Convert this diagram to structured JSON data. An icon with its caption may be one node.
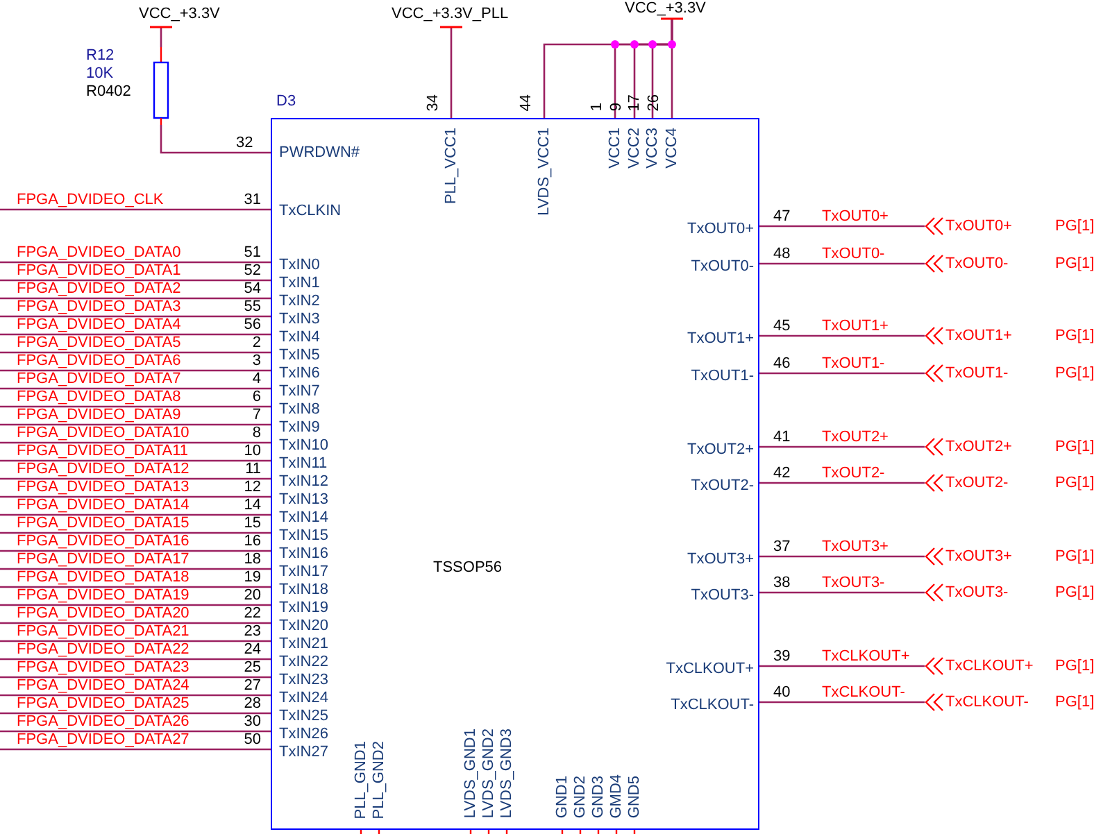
{
  "diagram": {
    "nodes": [
      {
        "text": [
          "D3",
          "TSSOP56"
        ]
      },
      {
        "text": [
          "R12",
          "10K",
          "R0402"
        ]
      },
      {
        "text": [
          "VCC_+3.3V"
        ]
      },
      {
        "text": [
          "VCC_+3.3V_PLL"
        ]
      },
      {
        "text": [
          "VCC_+3.3V"
        ]
      },
      {
        "text": [
          "FPGA_DVIDEO_CLK"
        ]
      },
      {
        "text": [
          "FPGA_DVIDEO_DATA0"
        ]
      },
      {
        "text": [
          "FPGA_DVIDEO_DATA1"
        ]
      },
      {
        "text": [
          "FPGA_DVIDEO_DATA2"
        ]
      },
      {
        "text": [
          "FPGA_DVIDEO_DATA3"
        ]
      },
      {
        "text": [
          "FPGA_DVIDEO_DATA4"
        ]
      },
      {
        "text": [
          "FPGA_DVIDEO_DATA5"
        ]
      },
      {
        "text": [
          "FPGA_DVIDEO_DATA6"
        ]
      },
      {
        "text": [
          "FPGA_DVIDEO_DATA7"
        ]
      },
      {
        "text": [
          "FPGA_DVIDEO_DATA8"
        ]
      },
      {
        "text": [
          "FPGA_DVIDEO_DATA9"
        ]
      },
      {
        "text": [
          "FPGA_DVIDEO_DATA10"
        ]
      },
      {
        "text": [
          "FPGA_DVIDEO_DATA11"
        ]
      },
      {
        "text": [
          "FPGA_DVIDEO_DATA12"
        ]
      },
      {
        "text": [
          "FPGA_DVIDEO_DATA13"
        ]
      },
      {
        "text": [
          "FPGA_DVIDEO_DATA14"
        ]
      },
      {
        "text": [
          "FPGA_DVIDEO_DATA15"
        ]
      },
      {
        "text": [
          "FPGA_DVIDEO_DATA16"
        ]
      },
      {
        "text": [
          "FPGA_DVIDEO_DATA17"
        ]
      },
      {
        "text": [
          "FPGA_DVIDEO_DATA18"
        ]
      },
      {
        "text": [
          "FPGA_DVIDEO_DATA19"
        ]
      },
      {
        "text": [
          "FPGA_DVIDEO_DATA20"
        ]
      },
      {
        "text": [
          "FPGA_DVIDEO_DATA21"
        ]
      },
      {
        "text": [
          "FPGA_DVIDEO_DATA22"
        ]
      },
      {
        "text": [
          "FPGA_DVIDEO_DATA23"
        ]
      },
      {
        "text": [
          "FPGA_DVIDEO_DATA24"
        ]
      },
      {
        "text": [
          "FPGA_DVIDEO_DATA25"
        ]
      },
      {
        "text": [
          "FPGA_DVIDEO_DATA26"
        ]
      },
      {
        "text": [
          "FPGA_DVIDEO_DATA27"
        ]
      },
      {
        "text": [
          "TxOUT0+"
        ],
        "beside": [
          "PG[1]"
        ]
      },
      {
        "text": [
          "TxOUT0-"
        ],
        "beside": [
          "PG[1]"
        ]
      },
      {
        "text": [
          "TxOUT1+"
        ],
        "beside": [
          "PG[1]"
        ]
      },
      {
        "text": [
          "TxOUT1-"
        ],
        "beside": [
          "PG[1]"
        ]
      },
      {
        "text": [
          "TxOUT2+"
        ],
        "beside": [
          "PG[1]"
        ]
      },
      {
        "text": [
          "TxOUT2-"
        ],
        "beside": [
          "PG[1]"
        ]
      },
      {
        "text": [
          "TxOUT3+"
        ],
        "beside": [
          "PG[1]"
        ]
      },
      {
        "text": [
          "TxOUT3-"
        ],
        "beside": [
          "PG[1]"
        ]
      },
      {
        "text": [
          "TxCLKOUT+"
        ],
        "beside": [
          "PG[1]"
        ]
      },
      {
        "text": [
          "TxCLKOUT-"
        ],
        "beside": [
          "PG[1]"
        ]
      }
    ],
    "edges": [
      {
        "from": 2,
        "to": 1,
        "arrow": "none"
      },
      {
        "from": 1,
        "to": 0,
        "arrow": "none",
        "label": "32"
      },
      {
        "from": 3,
        "to": 0,
        "arrow": "none",
        "label": "34"
      },
      {
        "from": 4,
        "to": 0,
        "arrow": "none",
        "label": "44"
      },
      {
        "from": 4,
        "to": 0,
        "arrow": "none",
        "label": "1"
      },
      {
        "from": 4,
        "to": 0,
        "arrow": "none",
        "label": "9"
      },
      {
        "from": 4,
        "to": 0,
        "arrow": "none",
        "label": "17"
      },
      {
        "from": 4,
        "to": 0,
        "arrow": "none",
        "label": "26"
      },
      {
        "from": 5,
        "to": 0,
        "arrow": "none",
        "label": "31"
      },
      {
        "from": 6,
        "to": 0,
        "arrow": "none",
        "label": "51"
      },
      {
        "from": 7,
        "to": 0,
        "arrow": "none",
        "label": "52"
      },
      {
        "from": 8,
        "to": 0,
        "arrow": "none",
        "label": "54"
      },
      {
        "from": 9,
        "to": 0,
        "arrow": "none",
        "label": "55"
      },
      {
        "from": 10,
        "to": 0,
        "arrow": "none",
        "label": "56"
      },
      {
        "from": 11,
        "to": 0,
        "arrow": "none",
        "label": "2"
      },
      {
        "from": 12,
        "to": 0,
        "arrow": "none",
        "label": "3"
      },
      {
        "from": 13,
        "to": 0,
        "arrow": "none",
        "label": "4"
      },
      {
        "from": 14,
        "to": 0,
        "arrow": "none",
        "label": "6"
      },
      {
        "from": 15,
        "to": 0,
        "arrow": "none",
        "label": "7"
      },
      {
        "from": 16,
        "to": 0,
        "arrow": "none",
        "label": "8"
      },
      {
        "from": 17,
        "to": 0,
        "arrow": "none",
        "label": "10"
      },
      {
        "from": 18,
        "to": 0,
        "arrow": "none",
        "label": "11"
      },
      {
        "from": 19,
        "to": 0,
        "arrow": "none",
        "label": "12"
      },
      {
        "from": 20,
        "to": 0,
        "arrow": "none",
        "label": "14"
      },
      {
        "from": 21,
        "to": 0,
        "arrow": "none",
        "label": "15"
      },
      {
        "from": 22,
        "to": 0,
        "arrow": "none",
        "label": "16"
      },
      {
        "from": 23,
        "to": 0,
        "arrow": "none",
        "label": "18"
      },
      {
        "from": 24,
        "to": 0,
        "arrow": "none",
        "label": "19"
      },
      {
        "from": 25,
        "to": 0,
        "arrow": "none",
        "label": "20"
      },
      {
        "from": 26,
        "to": 0,
        "arrow": "none",
        "label": "22"
      },
      {
        "from": 27,
        "to": 0,
        "arrow": "none",
        "label": "23"
      },
      {
        "from": 28,
        "to": 0,
        "arrow": "none",
        "label": "24"
      },
      {
        "from": 29,
        "to": 0,
        "arrow": "none",
        "label": "25"
      },
      {
        "from": 30,
        "to": 0,
        "arrow": "none",
        "label": "27"
      },
      {
        "from": 31,
        "to": 0,
        "arrow": "none",
        "label": "28"
      },
      {
        "from": 32,
        "to": 0,
        "arrow": "none",
        "label": "30"
      },
      {
        "from": 33,
        "to": 0,
        "arrow": "none",
        "label": "50"
      },
      {
        "from": 0,
        "to": 34,
        "arrow": "none",
        "label": "47"
      },
      {
        "from": 0,
        "to": 35,
        "arrow": "none",
        "label": "48"
      },
      {
        "from": 0,
        "to": 36,
        "arrow": "none",
        "label": "45"
      },
      {
        "from": 0,
        "to": 37,
        "arrow": "none",
        "label": "46"
      },
      {
        "from": 0,
        "to": 38,
        "arrow": "none",
        "label": "41"
      },
      {
        "from": 0,
        "to": 39,
        "arrow": "none",
        "label": "42"
      },
      {
        "from": 0,
        "to": 40,
        "arrow": "none",
        "label": "37"
      },
      {
        "from": 0,
        "to": 41,
        "arrow": "none",
        "label": "38"
      },
      {
        "from": 0,
        "to": 42,
        "arrow": "none",
        "label": "39"
      },
      {
        "from": 0,
        "to": 43,
        "arrow": "none",
        "label": "40"
      }
    ],
    "labels": [
      "PWRDWN#",
      "PLL_VCC1",
      "LVDS_VCC1",
      "VCC1",
      "VCC2",
      "VCC3",
      "VCC4",
      "TxCLKIN",
      "TxIN0",
      "TxIN1",
      "TxIN2",
      "TxIN3",
      "TxIN4",
      "TxIN5",
      "TxIN6",
      "TxIN7",
      "TxIN8",
      "TxIN9",
      "TxIN10",
      "TxIN11",
      "TxIN12",
      "TxIN13",
      "TxIN14",
      "TxIN15",
      "TxIN16",
      "TxIN17",
      "TxIN18",
      "TxIN19",
      "TxIN20",
      "TxIN21",
      "TxIN22",
      "TxIN23",
      "TxIN24",
      "TxIN25",
      "TxIN26",
      "TxIN27",
      "TxOUT0+",
      "TxOUT0-",
      "TxOUT1+",
      "TxOUT1-",
      "TxOUT2+",
      "TxOUT2-",
      "TxOUT3+",
      "TxOUT3-",
      "TxCLKOUT+",
      "TxCLKOUT-",
      "PLL_GND1",
      "PLL_GND2",
      "LVDS_GND1",
      "LVDS_GND2",
      "LVDS_GND3",
      "GND1",
      "GND2",
      "GND3",
      "GMD4",
      "GND5",
      "TxOUT0+",
      "TxOUT0-",
      "TxOUT1+",
      "TxOUT1-",
      "TxOUT2+",
      "TxOUT2-",
      "TxOUT3+",
      "TxOUT3-",
      "TxCLKOUT+",
      "TxCLKOUT-"
    ]
  }
}
